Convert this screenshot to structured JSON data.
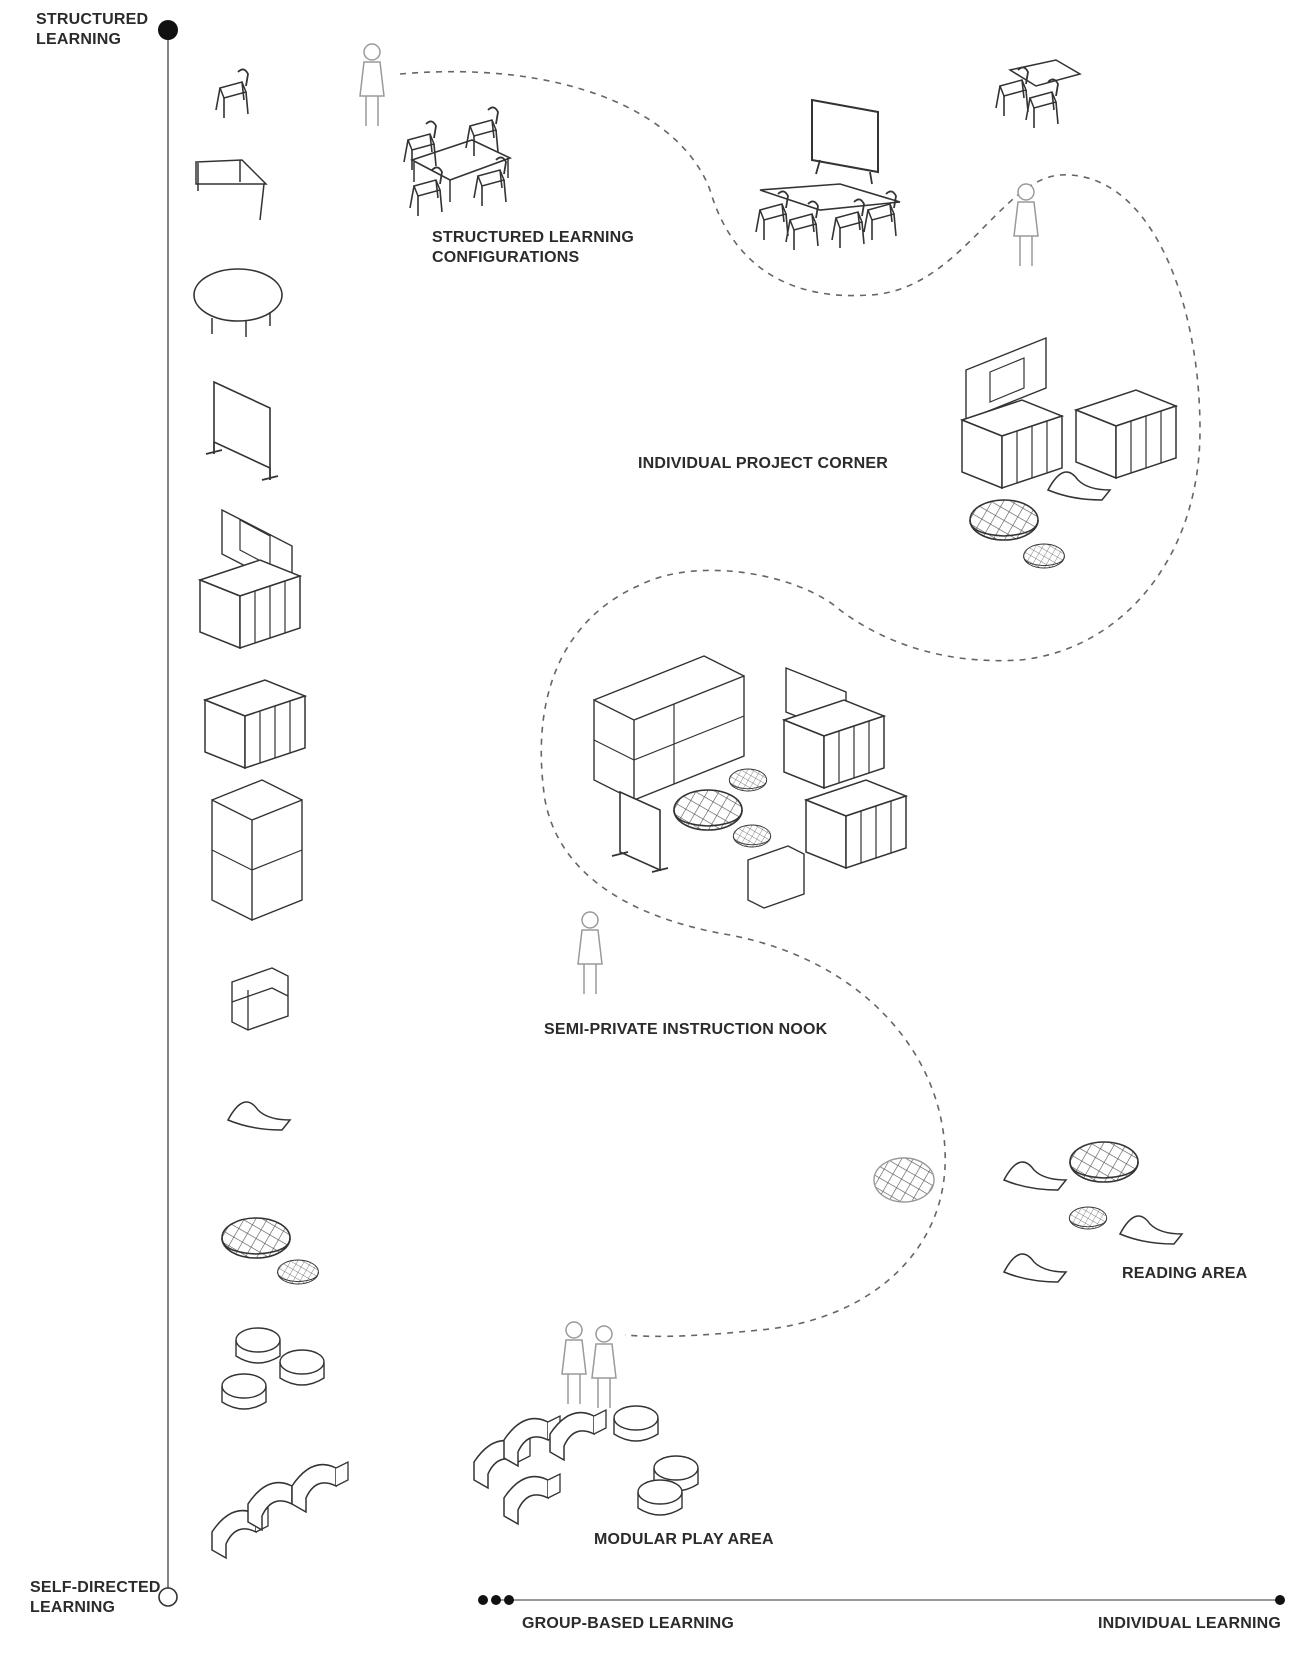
{
  "axis_vertical": {
    "top_label": [
      "STRUCTURED",
      "LEARNING"
    ],
    "bottom_label": [
      "SELF-DIRECTED",
      "LEARNING"
    ]
  },
  "axis_horizontal": {
    "left_label": "GROUP-BASED LEARNING",
    "right_label": "INDIVIDUAL LEARNING"
  },
  "zones": {
    "structured": [
      "STRUCTURED LEARNING",
      "CONFIGURATIONS"
    ],
    "project_corner": "INDIVIDUAL PROJECT CORNER",
    "instruction_nook": "SEMI-PRIVATE INSTRUCTION NOOK",
    "reading_area": "READING AREA",
    "play_area": "MODULAR PLAY AREA"
  },
  "furniture_legend": [
    "chair-icon",
    "trapezoid-table-icon",
    "round-table-icon",
    "whiteboard-icon",
    "hutch-cabinet-icon",
    "low-cabinet-icon",
    "tall-cabinet-icon",
    "cart-icon",
    "floor-rocker-icon",
    "floor-cushion-icon",
    "ottoman-stools-icon",
    "arch-blocks-icon"
  ],
  "colors": {
    "ink": "#333333",
    "line": "#555555",
    "figure": "#9a9a9a"
  }
}
